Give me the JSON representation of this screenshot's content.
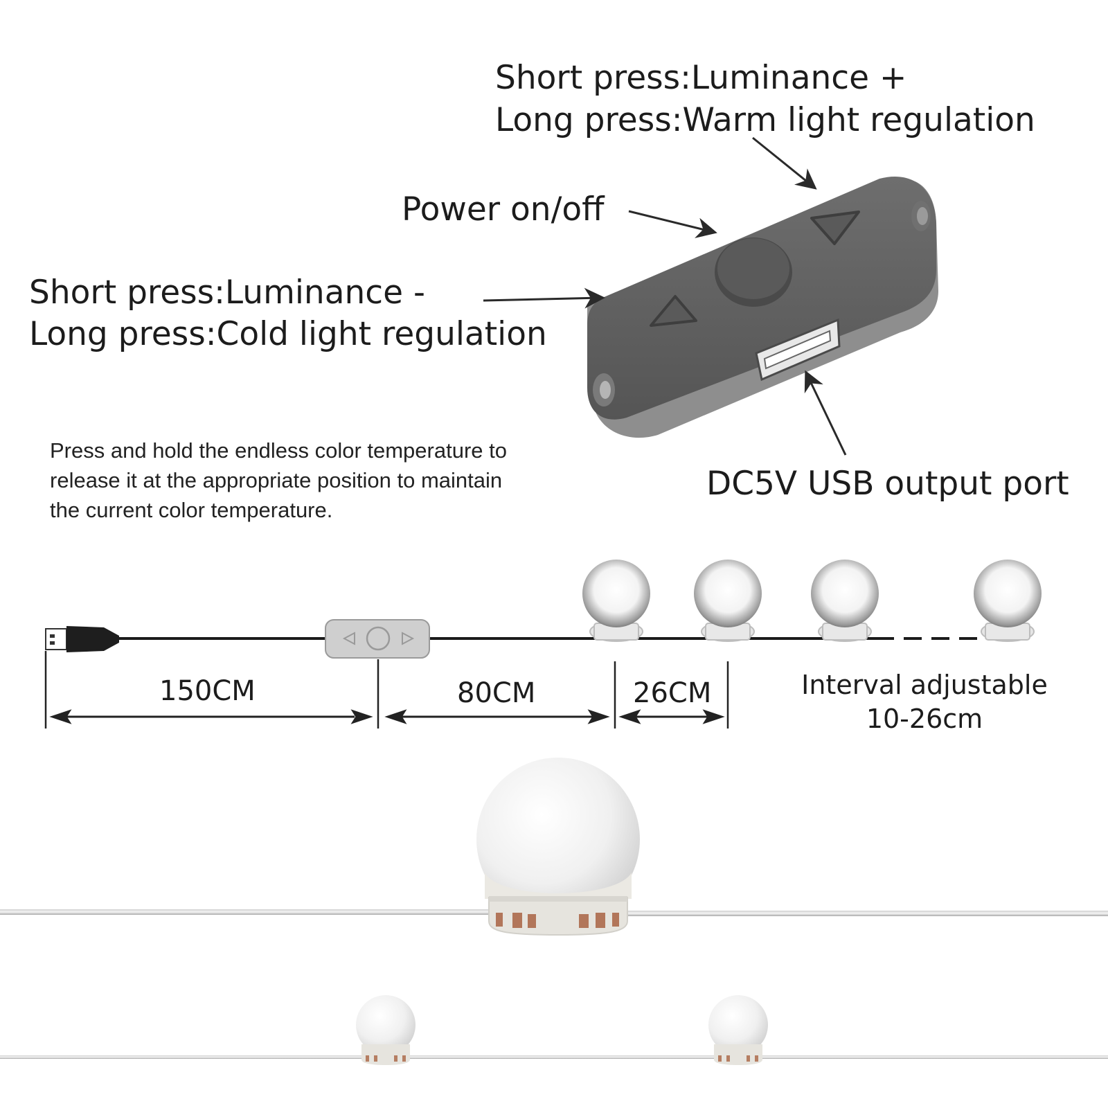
{
  "callouts": {
    "brightness_up": {
      "line1": "Short press:Luminance +",
      "line2": "Long press:Warm light regulation"
    },
    "power": "Power on/off",
    "brightness_down": {
      "line1": "Short press:Luminance -",
      "line2": "Long press:Cold light regulation"
    },
    "usb_port": "DC5V USB output port"
  },
  "note": {
    "line1": "Press and hold the endless color temperature to",
    "line2": "release it at the appropriate position to maintain",
    "line3": "the current color temperature."
  },
  "dimensions": {
    "plug_to_switch": "150CM",
    "switch_to_bulb": "80CM",
    "bulb_spacing": "26CM",
    "interval_line1": "Interval adjustable",
    "interval_line2": "10-26cm"
  },
  "colors": {
    "controller_body": "#5f5f5f",
    "controller_band": "#8a8a8a",
    "bulb_glass": "#f2f2f2",
    "bulb_base": "#e4e2dc",
    "wire": "#1a1a1a"
  }
}
